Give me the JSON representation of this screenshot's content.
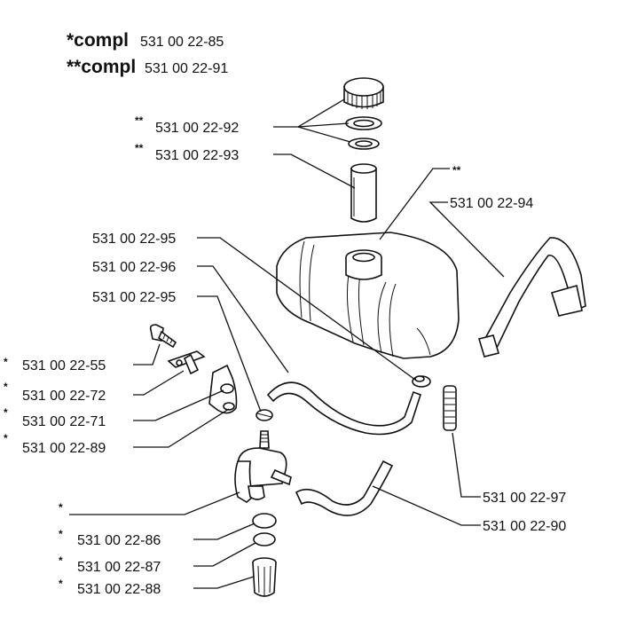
{
  "header": {
    "compl1_label": "*compl",
    "compl1_number": "531 00 22-85",
    "compl2_label": "**compl",
    "compl2_number": "531 00 22-91"
  },
  "callouts": {
    "c92": {
      "mark": "**",
      "text": "531 00 22-92"
    },
    "c93": {
      "mark": "**",
      "text": "531 00 22-93"
    },
    "c_tank": {
      "mark": "**"
    },
    "c94": {
      "text": "531 00 22-94"
    },
    "c95a": {
      "text": "531 00 22-95"
    },
    "c96": {
      "text": "531 00 22-96"
    },
    "c95b": {
      "text": "531 00 22-95"
    },
    "c55": {
      "mark": "*",
      "text": "531 00 22-55"
    },
    "c72": {
      "mark": "*",
      "text": "531 00 22-72"
    },
    "c71": {
      "mark": "*",
      "text": "531 00 22-71"
    },
    "c89": {
      "mark": "*",
      "text": "531 00 22-89"
    },
    "c_valve": {
      "mark": "*"
    },
    "c86": {
      "mark": "*",
      "text": "531 00 22-86"
    },
    "c87": {
      "mark": "*",
      "text": "531 00 22-87"
    },
    "c88": {
      "mark": "*",
      "text": "531 00 22-88"
    },
    "c97": {
      "text": "531 00 22-97"
    },
    "c90": {
      "text": "531 00 22-90"
    }
  }
}
